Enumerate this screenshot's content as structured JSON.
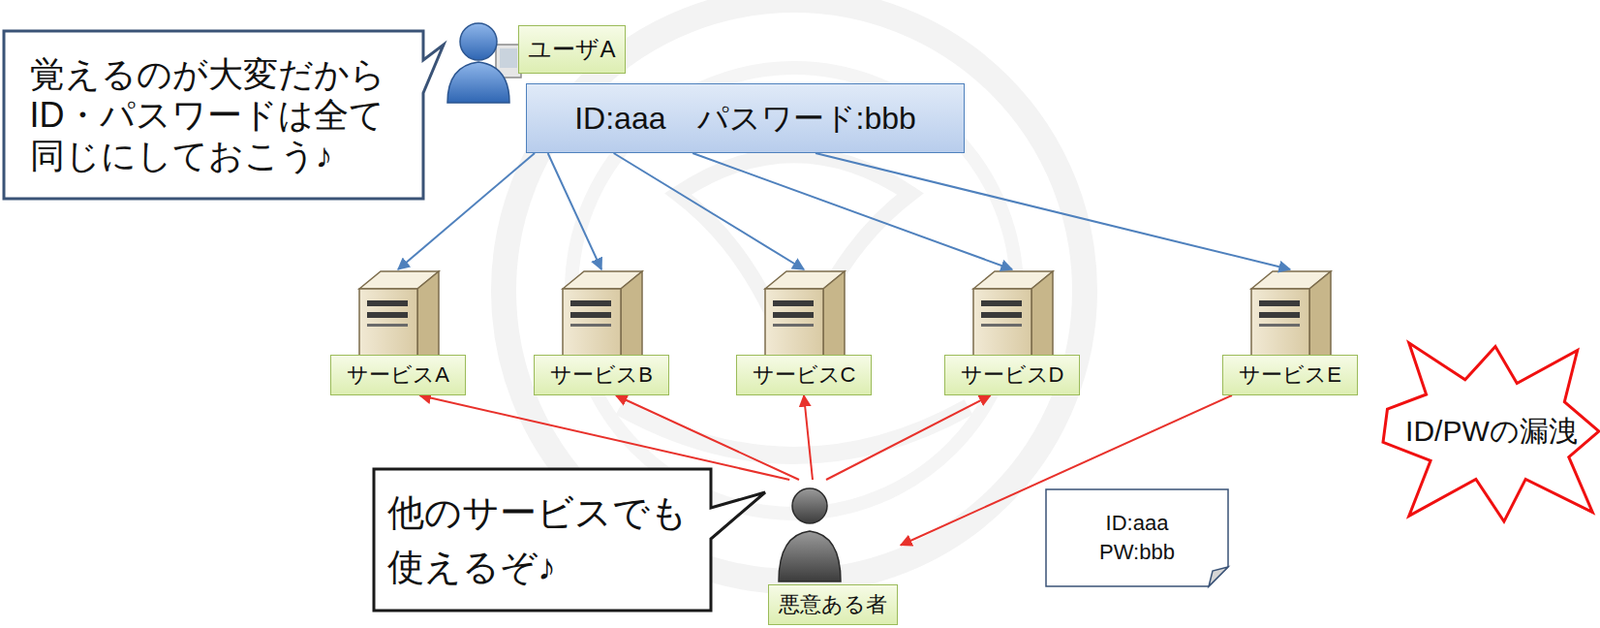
{
  "diagram": {
    "nodes": [
      {
        "text": [
          "覚えるのが大変だから ID・パスワードは全て 同じにしておこう♪"
        ]
      },
      {
        "text": [
          "ユーザA"
        ]
      },
      {
        "text": [
          "ID:aaa　パスワード:bbb"
        ]
      },
      {
        "text": [
          "サービスA"
        ]
      },
      {
        "text": [
          "サービスB"
        ]
      },
      {
        "text": [
          "サービスC"
        ]
      },
      {
        "text": [
          "サービスD"
        ]
      },
      {
        "text": [
          "サービスE"
        ]
      },
      {
        "text": [
          "ID:aaa PW:bbb"
        ]
      },
      {
        "text": [
          "ID/PWの漏洩"
        ]
      },
      {
        "text": [
          "他のサービスでも 使えるぞ♪"
        ]
      },
      {
        "text": [
          "悪意ある者"
        ]
      }
    ],
    "edges": [
      {
        "from": 2,
        "to": 3,
        "arrow": "to"
      },
      {
        "from": 2,
        "to": 4,
        "arrow": "to"
      },
      {
        "from": 2,
        "to": 5,
        "arrow": "to"
      },
      {
        "from": 2,
        "to": 6,
        "arrow": "to"
      },
      {
        "from": 2,
        "to": 7,
        "arrow": "to"
      },
      {
        "from": 11,
        "to": 3,
        "arrow": "to"
      },
      {
        "from": 11,
        "to": 4,
        "arrow": "to"
      },
      {
        "from": 11,
        "to": 5,
        "arrow": "to"
      },
      {
        "from": 11,
        "to": 6,
        "arrow": "to"
      },
      {
        "from": 7,
        "to": 11,
        "arrow": "to"
      }
    ]
  }
}
